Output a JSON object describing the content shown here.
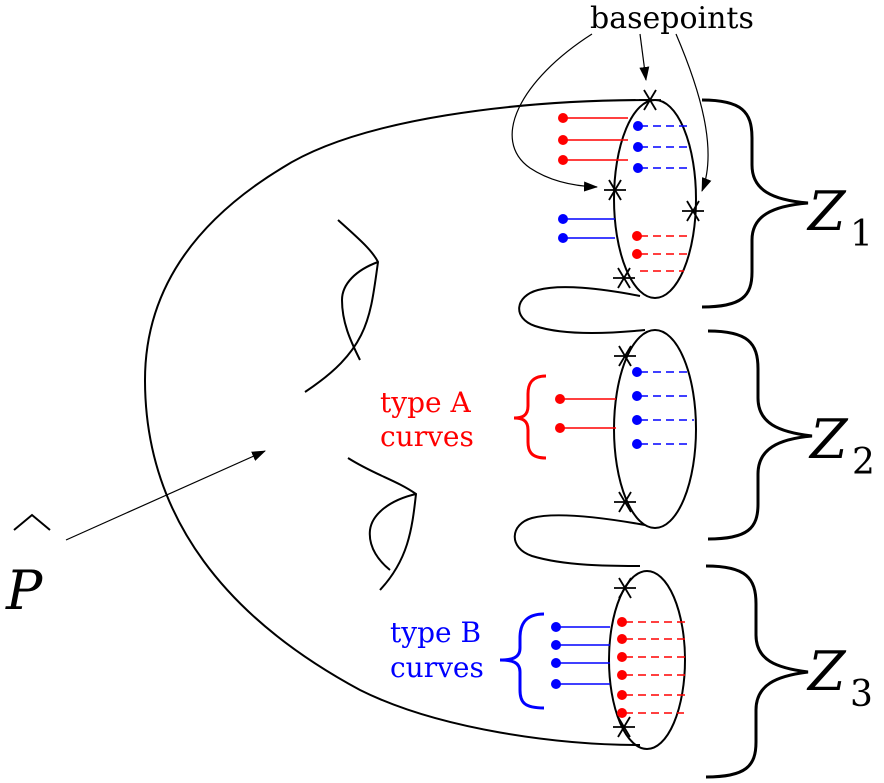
{
  "labels": {
    "basepoints": "basepoints",
    "p_hat": "P",
    "z1_base": "Z",
    "z1_sub": "1",
    "z2_base": "Z",
    "z2_sub": "2",
    "z3_base": "Z",
    "z3_sub": "3",
    "type_a_line1": "type A",
    "type_a_line2": "curves",
    "type_b_line1": "type B",
    "type_b_line2": "curves"
  },
  "colors": {
    "red": "#ff0000",
    "blue": "#0000ff",
    "black": "#000000"
  }
}
